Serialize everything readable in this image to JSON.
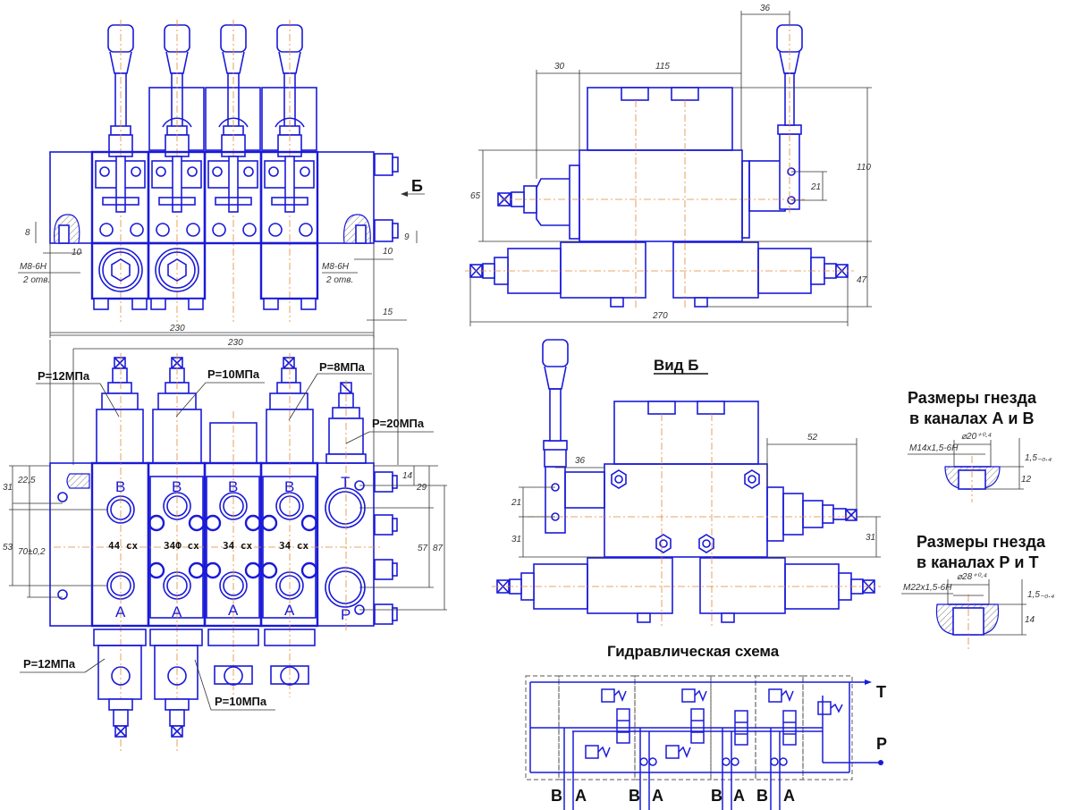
{
  "drawing": {
    "view_b_label": "Вид Б",
    "section_arrow_label": "Б",
    "hydraulic_scheme_title": "Гидравлическая схема",
    "socket_ab_title_line1": "Размеры гнезда",
    "socket_ab_title_line2": "в каналах А и В",
    "socket_pt_title_line1": "Размеры гнезда",
    "socket_pt_title_line2": "в каналах Р и Т"
  },
  "front_view": {
    "thread_left": "М8-6Н",
    "holes_left": "2 отв.",
    "thread_right": "М8-6Н",
    "holes_right": "2 отв.",
    "dims": {
      "overall_width": "230",
      "left_8": "8",
      "left_10": "10",
      "right_9": "9",
      "right_10": "10",
      "right_15": "15"
    }
  },
  "side_view": {
    "dims": {
      "d36": "36",
      "d30": "30",
      "d115": "115",
      "d65": "65",
      "d110": "110",
      "d21": "21",
      "d47": "47",
      "d270": "270"
    }
  },
  "top_view": {
    "dims": {
      "overall": "230",
      "d31": "31",
      "d225": "22,5",
      "d53": "53",
      "d70": "70±0,2",
      "d14": "14",
      "d29": "29",
      "d57": "57",
      "d87": "87"
    },
    "pressure_labels": {
      "top_1": "Р=12МПа",
      "top_2": "Р=10МПа",
      "top_3": "Р=8МПа",
      "top_4": "Р=20МПа",
      "bottom_1": "Р=12МПа",
      "bottom_2": "Р=10МПа"
    },
    "sections": [
      {
        "mark": "44 сх",
        "port_top": "В",
        "port_bottom": "А"
      },
      {
        "mark": "34Ф сх",
        "port_top": "В",
        "port_bottom": "А"
      },
      {
        "mark": "34 сх",
        "port_top": "В",
        "port_bottom": "А"
      },
      {
        "mark": "34 сх",
        "port_top": "В",
        "port_bottom": "А"
      }
    ],
    "port_t": "Т",
    "port_p": "Р"
  },
  "view_b": {
    "dims": {
      "d52": "52",
      "d36": "36",
      "d21": "21",
      "d31_left": "31",
      "d31_right": "31"
    }
  },
  "socket_ab": {
    "thread": "М14х1,5-6Н",
    "diameter": "⌀20⁺⁰·⁴",
    "depth": "1,5₋₀.₄",
    "d12": "12"
  },
  "socket_pt": {
    "thread": "М22х1,5-6Н",
    "diameter": "⌀28⁺⁰·⁴",
    "depth": "1,5₋₀.₄",
    "d14": "14"
  },
  "scheme": {
    "port_t": "Т",
    "port_p": "Р",
    "bottom_ports": [
      "В",
      "А",
      "В",
      "А",
      "В",
      "А",
      "В",
      "А"
    ]
  },
  "colors": {
    "outline": "#1a1ad8",
    "centerline": "#e08a3a",
    "dimension": "#333333"
  }
}
